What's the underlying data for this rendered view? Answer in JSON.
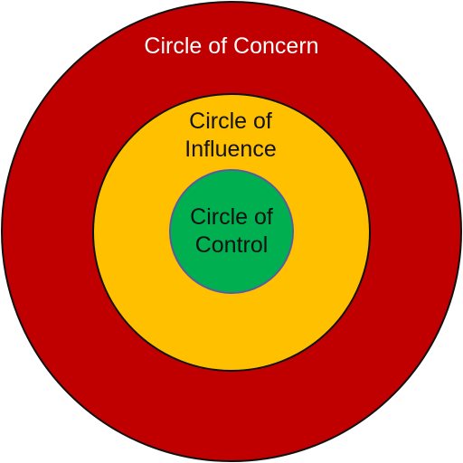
{
  "diagram": {
    "type": "concentric-circles",
    "circles": [
      {
        "id": "concern",
        "lines": [
          "Circle of Concern"
        ],
        "fill": "#c00000",
        "text_color": "#ffffff",
        "stroke": "#111111"
      },
      {
        "id": "influence",
        "lines": [
          "Circle of",
          "Influence"
        ],
        "fill": "#ffc000",
        "text_color": "#111111",
        "stroke": "#111111"
      },
      {
        "id": "control",
        "lines": [
          "Circle of",
          "Control"
        ],
        "fill": "#00b050",
        "text_color": "#111111",
        "stroke": "#5a5aa0"
      }
    ]
  }
}
